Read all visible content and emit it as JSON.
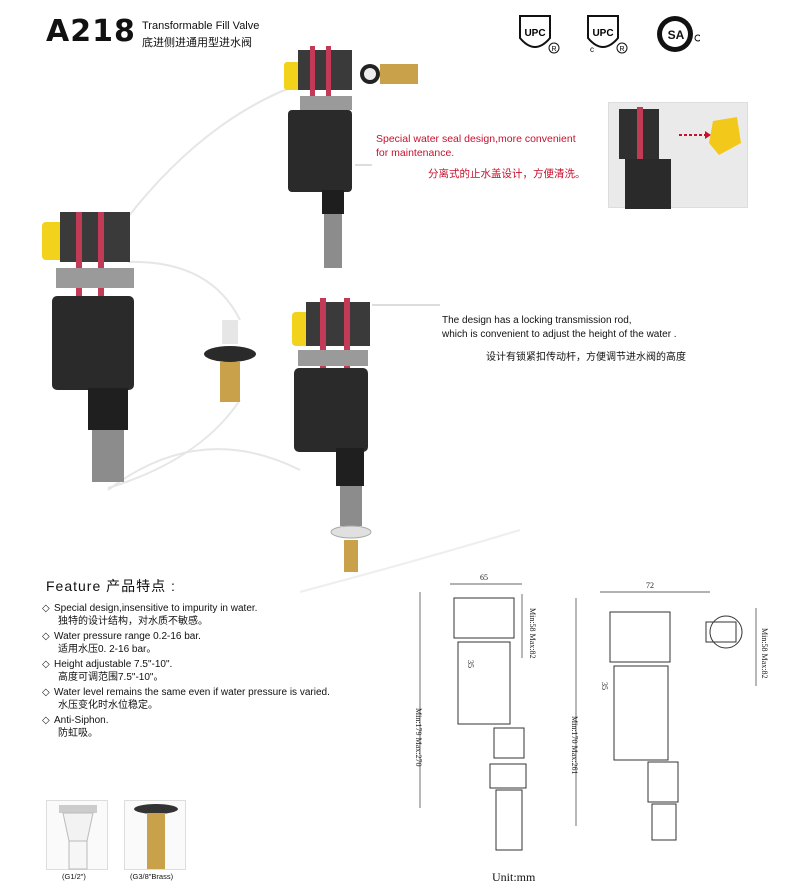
{
  "header": {
    "model": "A218",
    "title_en": "Transformable Fill Valve",
    "title_cn": "底进侧进通用型进水阀"
  },
  "certifications": [
    {
      "name": "upc-r-mark",
      "text": "UPC"
    },
    {
      "name": "cupc-mark",
      "text": "UPC"
    },
    {
      "name": "csa-mark",
      "text": "SA"
    }
  ],
  "callout_top": {
    "en_line1": "Special water seal design,more convenient",
    "en_line2": "for maintenance.",
    "cn": "分离式的止水盖设计，方便清洗。"
  },
  "callout_mid": {
    "en_line1": "The design has a locking transmission rod,",
    "en_line2": "which is convenient to adjust the height of the water .",
    "cn": "设计有锁紧扣传动杆，方便调节进水阀的高度"
  },
  "features": {
    "heading": "Feature 产品特点 :",
    "items": [
      {
        "en": "Special design,insensitive  to impurity in water.",
        "cn": "独特的设计结构，对水质不敏感。"
      },
      {
        "en": "Water pressure range 0.2-16 bar.",
        "cn": "适用水压0. 2-16 bar。"
      },
      {
        "en": "Height adjustable 7.5\"-10\".",
        "cn": "高度可调范围7.5\"-10\"。"
      },
      {
        "en": "Water level remains the same even if water pressure is varied.",
        "cn": "水压变化时水位稳定。"
      },
      {
        "en": "Anti-Siphon.",
        "cn": "防虹吸。"
      }
    ]
  },
  "fittings": [
    {
      "label": "(G1/2\")"
    },
    {
      "label": "(G3/8\"Brass)"
    }
  ],
  "drawing_left": {
    "width": "65",
    "side_range": "Min:58 Max:82",
    "offset": "35",
    "height_range": "Min:179 Max:270"
  },
  "drawing_right": {
    "width": "72",
    "side_range": "Min:58 Max:82",
    "offset": "35",
    "height_range": "Min:170 Max:261"
  },
  "unit": "Unit:mm",
  "colors": {
    "accent_red": "#c8102e",
    "valve_body": "#2a2a2a",
    "rod_red": "#c23a55",
    "cap_yellow": "#f2d21b",
    "gray": "#9a9a9a",
    "brass": "#c9a14a"
  }
}
